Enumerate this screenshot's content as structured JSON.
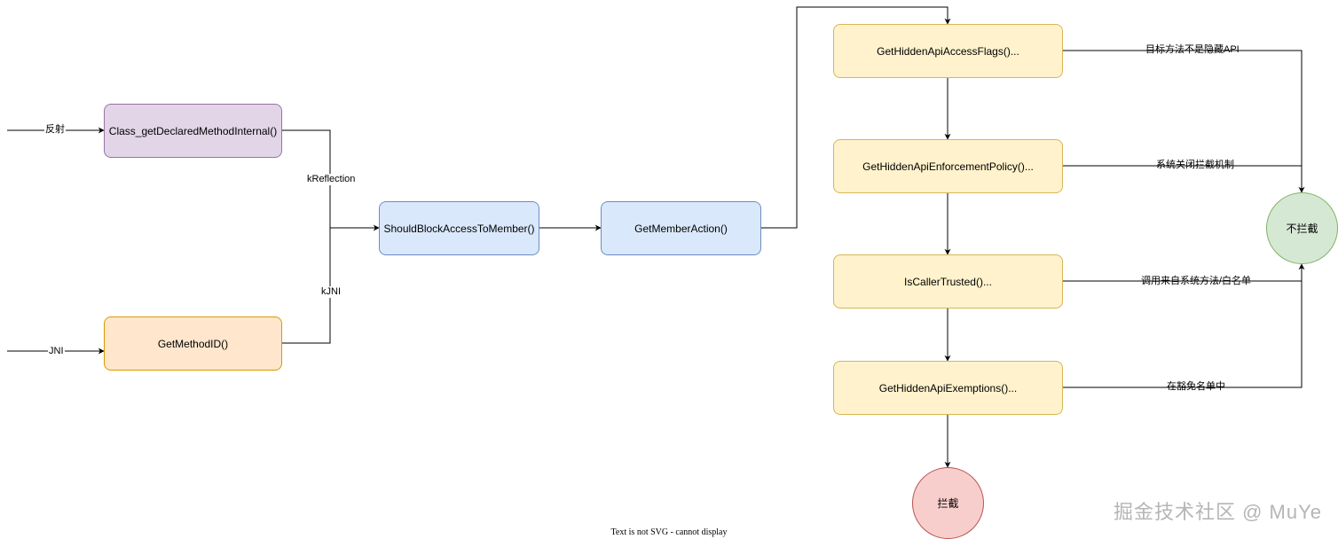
{
  "nodes": {
    "class_get_declared": "Class_getDeclaredMethodInternal()",
    "get_method_id": "GetMethodID()",
    "should_block": "ShouldBlockAccessToMember()",
    "get_member_action": "GetMemberAction()",
    "access_flags": "GetHiddenApiAccessFlags()...",
    "enforcement_policy": "GetHiddenApiEnforcementPolicy()...",
    "is_caller_trusted": "IsCallerTrusted()...",
    "exemptions": "GetHiddenApiExemptions()...",
    "not_intercept": "不拦截",
    "intercept": "拦截"
  },
  "edge_labels": {
    "reflection_in": "反射",
    "jni_in": "JNI",
    "k_reflection": "kReflection",
    "k_jni": "kJNI",
    "not_hidden_api": "目标方法不是隐藏API",
    "system_disabled": "系统关闭拦截机制",
    "caller_whitelist": "调用来自系统方法/白名单",
    "in_exemptions": "在豁免名单中"
  },
  "colors": {
    "purple_fill": "#e1d5e7",
    "purple_stroke": "#9673a6",
    "orange_fill": "#ffe6cc",
    "orange_stroke": "#d79b00",
    "blue_fill": "#dae8fc",
    "blue_stroke": "#6c8ebf",
    "yellow_fill": "#fff2cc",
    "yellow_stroke": "#d6b656",
    "green_fill": "#d5e8d4",
    "green_stroke": "#82b366",
    "red_fill": "#f8cecc",
    "red_stroke": "#b85450"
  },
  "footer_note": "Text is not SVG - cannot display",
  "watermark": "掘金技术社区 @ MuYe"
}
